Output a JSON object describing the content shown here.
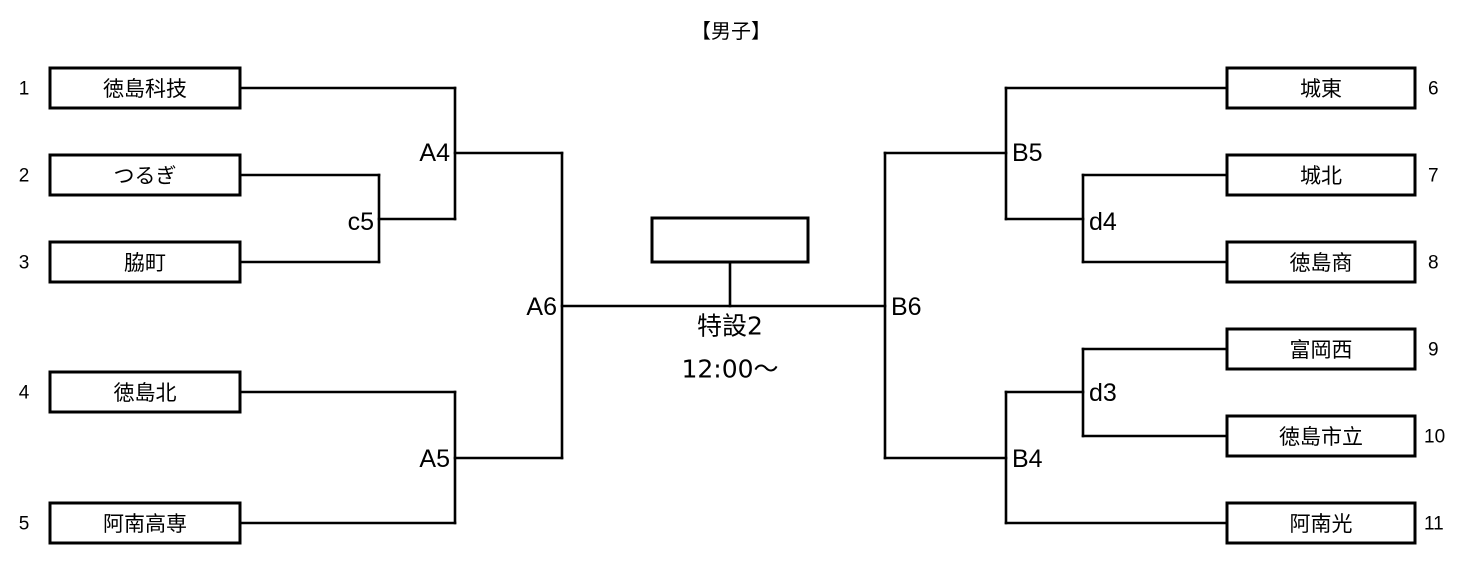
{
  "title": "【男子】",
  "colors": {
    "line": "#000000",
    "box_fill": "#ffffff",
    "background": "#ffffff",
    "text": "#000000"
  },
  "final_match": {
    "venue": "特設2",
    "time": "12:00〜",
    "champion_label": ""
  },
  "left_bracket": {
    "teams": [
      {
        "seed": "1",
        "name": "徳島科技"
      },
      {
        "seed": "2",
        "name": "つるぎ"
      },
      {
        "seed": "3",
        "name": "脇町"
      },
      {
        "seed": "4",
        "name": "徳島北"
      },
      {
        "seed": "5",
        "name": "阿南高専"
      }
    ],
    "nodes": [
      {
        "id": "c5",
        "label": "c5"
      },
      {
        "id": "A4",
        "label": "A4"
      },
      {
        "id": "A5",
        "label": "A5"
      },
      {
        "id": "A6",
        "label": "A6"
      }
    ]
  },
  "right_bracket": {
    "teams": [
      {
        "seed": "6",
        "name": "城東"
      },
      {
        "seed": "7",
        "name": "城北"
      },
      {
        "seed": "8",
        "name": "徳島商"
      },
      {
        "seed": "9",
        "name": "富岡西"
      },
      {
        "seed": "10",
        "name": "徳島市立"
      },
      {
        "seed": "11",
        "name": "阿南光"
      }
    ],
    "nodes": [
      {
        "id": "B5",
        "label": "B5"
      },
      {
        "id": "d4",
        "label": "d4"
      },
      {
        "id": "d3",
        "label": "d3"
      },
      {
        "id": "B4",
        "label": "B4"
      },
      {
        "id": "B6",
        "label": "B6"
      }
    ]
  }
}
